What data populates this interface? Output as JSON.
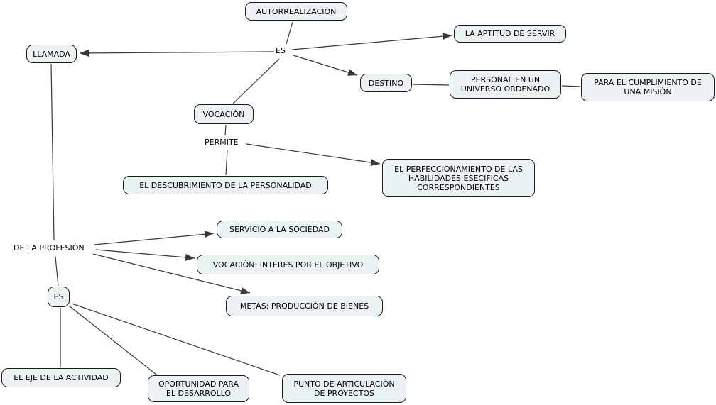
{
  "diagram": {
    "type": "concept-map",
    "nodes": {
      "autorrealizacion": {
        "label": "AUTORREALIZACIÒN"
      },
      "es_top": {
        "label": "ES"
      },
      "llamada": {
        "label": "LLAMADA"
      },
      "la_aptitud": {
        "label": "LA APTITUD DE SERVIR"
      },
      "destino": {
        "label": "DESTINO"
      },
      "personal": {
        "label": "PERSONAL EN UN\nUNIVERSO ORDENADO"
      },
      "para_el_cumplimiento": {
        "label": "PARA EL CUMPLIMIENTO DE\nUNA MISIÒN"
      },
      "vocacion": {
        "label": "VOCACIÒN"
      },
      "permite": {
        "label": "PERMITE"
      },
      "el_descubrimiento": {
        "label": "EL DESCUBRIMIENTO DE LA PERSONALIDAD"
      },
      "el_perfeccionamiento": {
        "label": "EL PERFECCIONAMIENTO DE LAS\nHABILIDADES ESECIFICAS\nCORRESPONDIENTES"
      },
      "de_la_profesion": {
        "label": "DE LA PROFESIÒN"
      },
      "servicio": {
        "label": "SERVICIO A LA SOCIEDAD"
      },
      "vocacion_interes": {
        "label": "VOCACIÒN: INTERES POR EL OBJETIVO"
      },
      "metas": {
        "label": "METAS: PRODUCCIÒN DE BIENES"
      },
      "es_bottom": {
        "label": "ES"
      },
      "el_eje": {
        "label": "EL EJE DE LA ACTIVIDAD"
      },
      "oportunidad": {
        "label": "OPORTUNIDAD PARA\nEL DESARROLLO"
      },
      "punto": {
        "label": "PUNTO DE ARTICULACIÒN\nDE PROYECTOS"
      }
    },
    "edges": [
      {
        "from": "autorrealizacion",
        "to": "es_top",
        "arrow": false
      },
      {
        "from": "es_top",
        "to": "llamada",
        "arrow": true
      },
      {
        "from": "es_top",
        "to": "la_aptitud",
        "arrow": true
      },
      {
        "from": "es_top",
        "to": "destino",
        "arrow": true
      },
      {
        "from": "es_top",
        "to": "vocacion",
        "arrow": false
      },
      {
        "from": "destino",
        "to": "personal",
        "arrow": false
      },
      {
        "from": "personal",
        "to": "para_el_cumplimiento",
        "arrow": false
      },
      {
        "from": "vocacion",
        "to": "permite",
        "arrow": false
      },
      {
        "from": "permite",
        "to": "el_descubrimiento",
        "arrow": false
      },
      {
        "from": "permite",
        "to": "el_perfeccionamiento",
        "arrow": true
      },
      {
        "from": "llamada",
        "to": "de_la_profesion",
        "arrow": false
      },
      {
        "from": "de_la_profesion",
        "to": "servicio",
        "arrow": true
      },
      {
        "from": "de_la_profesion",
        "to": "vocacion_interes",
        "arrow": true
      },
      {
        "from": "de_la_profesion",
        "to": "metas",
        "arrow": true
      },
      {
        "from": "de_la_profesion",
        "to": "es_bottom",
        "arrow": false
      },
      {
        "from": "es_bottom",
        "to": "el_eje",
        "arrow": false
      },
      {
        "from": "es_bottom",
        "to": "oportunidad",
        "arrow": false
      },
      {
        "from": "es_bottom",
        "to": "punto",
        "arrow": false
      }
    ],
    "colors": {
      "background": "#ffffff",
      "node_fill": "#ebf2f3",
      "node_border": "#1c1c1c",
      "line": "#383838",
      "text": "#000000"
    }
  }
}
